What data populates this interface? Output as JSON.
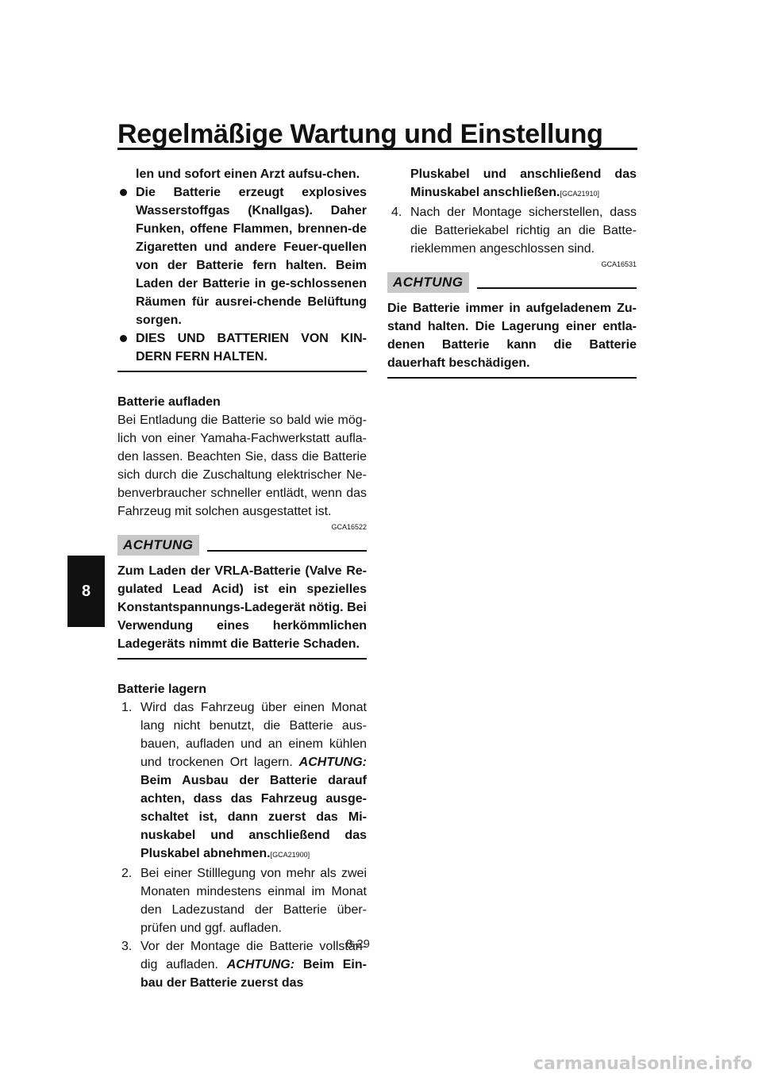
{
  "header": {
    "title": "Regelmäßige Wartung und Einstellung",
    "chapter": "8"
  },
  "left": {
    "warning_tail": "len und sofort einen Arzt aufsu-chen.",
    "warning_bullets": [
      "Die Batterie erzeugt explosives Wasserstoffgas (Knallgas). Daher Funken, offene Flammen, brennen-de Zigaretten und andere Feuer-quellen von der Batterie fern halten. Beim Laden der Batterie in ge-schlossenen Räumen für ausrei-chende Belüftung sorgen.",
      "DIES UND BATTERIEN VON KIN-DERN FERN HALTEN."
    ],
    "charge": {
      "heading": "Batterie aufladen",
      "body": "Bei Entladung die Batterie so bald wie mög-lich von einer Yamaha-Fachwerkstatt aufla-den lassen. Beachten Sie, dass die Batterie sich durch die Zuschaltung elektrischer Ne-benverbraucher schneller entlädt, wenn das Fahrzeug mit solchen ausgestattet ist.",
      "code": "GCA16522",
      "notice_label": "ACHTUNG",
      "notice_text": "Zum Laden der VRLA-Batterie (Valve Re-gulated Lead Acid) ist ein spezielles Konstantspannungs-Ladegerät nötig. Bei Verwendung eines herkömmlichen Ladegeräts nimmt die Batterie Schaden."
    },
    "store": {
      "heading": "Batterie lagern",
      "steps": [
        {
          "num": "1.",
          "text": "Wird das Fahrzeug über einen Monat lang nicht benutzt, die Batterie aus-bauen, aufladen und an einem kühlen und trockenen Ort lagern.",
          "notice": "ACHTUNG:",
          "bold": "Beim Ausbau der Batterie darauf achten, dass das Fahrzeug ausge-schaltet ist, dann zuerst das Mi-nuskabel und anschließend das Pluskabel abnehmen.",
          "ref": "[GCA21900]"
        },
        {
          "num": "2.",
          "text": "Bei einer Stilllegung von mehr als zwei Monaten mindestens einmal im Monat den Ladezustand der Batterie über-prüfen und ggf. aufladen."
        },
        {
          "num": "3.",
          "text": "Vor der Montage die Batterie vollstän-dig aufladen.",
          "notice": "ACHTUNG:",
          "bold": "Beim Ein-bau der Batterie zuerst das"
        }
      ]
    }
  },
  "right": {
    "step3_cont": "Pluskabel und anschließend das Minuskabel anschließen.",
    "step3_ref": "[GCA21910]",
    "step4": {
      "num": "4.",
      "text": "Nach der Montage sicherstellen, dass die Batteriekabel richtig an die Batte-rieklemmen angeschlossen sind."
    },
    "code": "GCA16531",
    "notice_label": "ACHTUNG",
    "notice_text": "Die Batterie immer in aufgeladenem Zu-stand halten. Die Lagerung einer entla-denen Batterie kann die Batterie dauerhaft beschädigen."
  },
  "footer": {
    "page_number": "8-29",
    "watermark": "carmanualsonline.info"
  }
}
